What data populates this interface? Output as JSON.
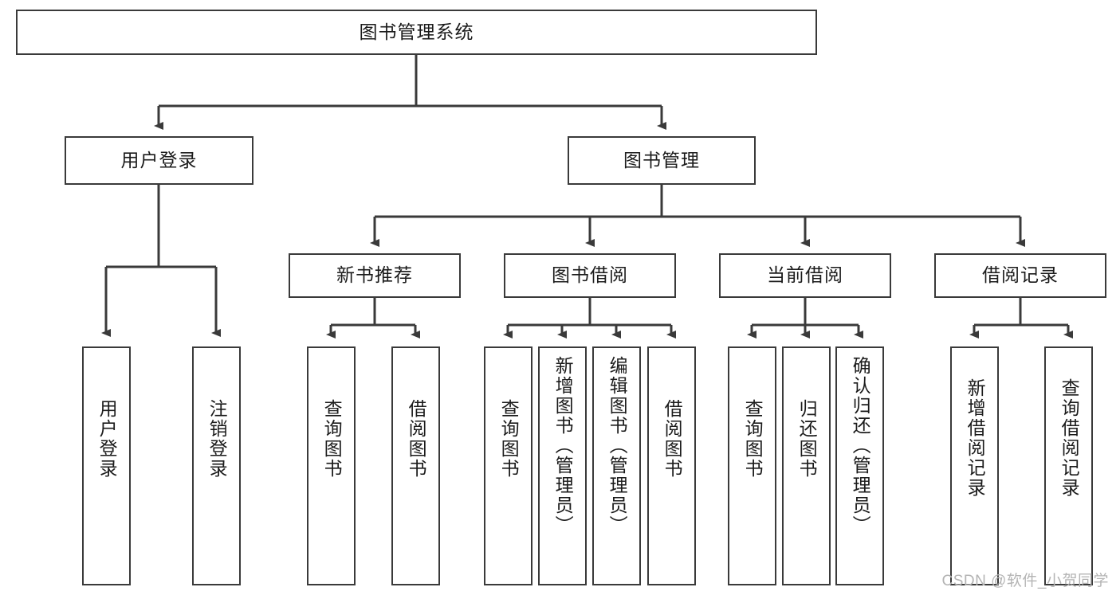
{
  "diagram": {
    "title": "图书管理系统",
    "type": "tree-hierarchy",
    "root": {
      "label": "图书管理系统"
    },
    "level1": [
      {
        "label": "用户登录"
      },
      {
        "label": "图书管理"
      }
    ],
    "level2": [
      {
        "label": "新书推荐",
        "parent": "图书管理"
      },
      {
        "label": "图书借阅",
        "parent": "图书管理"
      },
      {
        "label": "当前借阅",
        "parent": "图书管理"
      },
      {
        "label": "借阅记录",
        "parent": "图书管理"
      }
    ],
    "leaves": {
      "user_login": [
        {
          "label": "用户登录"
        },
        {
          "label": "注销登录"
        }
      ],
      "new_book_recommend": [
        {
          "label": "查询图书"
        },
        {
          "label": "借阅图书"
        }
      ],
      "book_borrow": [
        {
          "label": "查询图书"
        },
        {
          "label": "新增图书（管理员）"
        },
        {
          "label": "编辑图书（管理员）"
        },
        {
          "label": "借阅图书"
        }
      ],
      "current_borrow": [
        {
          "label": "查询图书"
        },
        {
          "label": "归还图书"
        },
        {
          "label": "确认归还（管理员）"
        }
      ],
      "borrow_record": [
        {
          "label": "新增借阅记录"
        },
        {
          "label": "查询借阅记录"
        }
      ]
    }
  },
  "watermark": {
    "text": "CSDN @软件_小贺同学"
  },
  "colors": {
    "box_border": "#3a3a3a",
    "box_fill": "#ffffff",
    "edge": "#3a3a3a",
    "text": "#1b1b1b",
    "watermark": "#b4b4b4"
  }
}
